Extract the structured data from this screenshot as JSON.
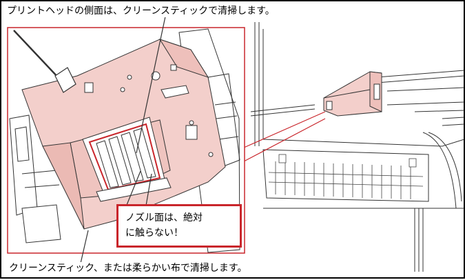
{
  "captions": {
    "top": "プリントヘッドの側面は、クリーンスティックで清掃します。",
    "bottom": "クリーンスティック、または柔らかい布で清掃します。"
  },
  "warning": {
    "line1": "ノズル面は、絶対",
    "line2": "に触らない！"
  },
  "colors": {
    "highlight": "#f3cfcb",
    "highlight_border": "#c9252b",
    "line": "#333333"
  }
}
